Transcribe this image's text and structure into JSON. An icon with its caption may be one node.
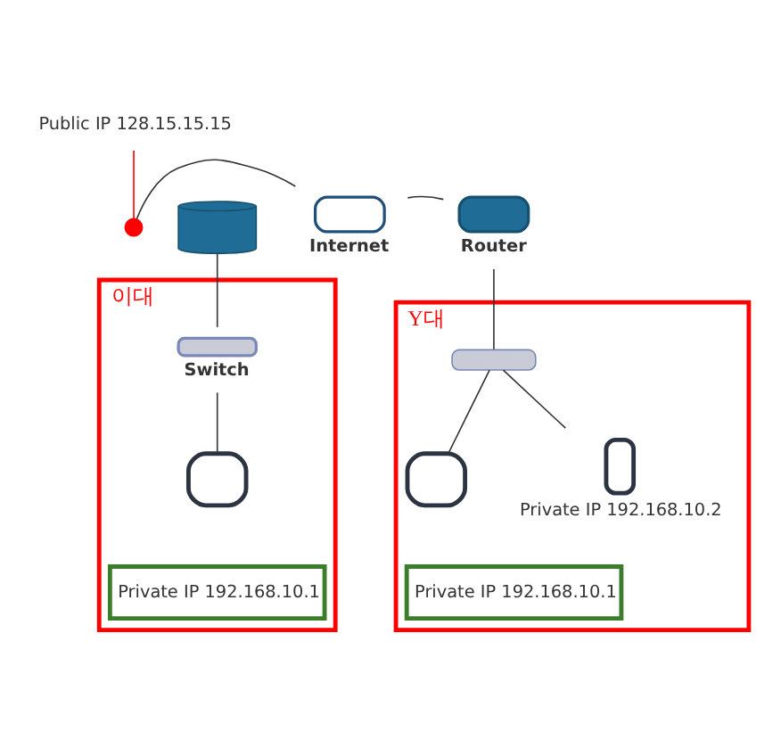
{
  "diagram": {
    "nodes": [
      {
        "text": [
          "Public IP 128.15.15.15"
        ]
      },
      {
        "text": [],
        "shape": "circle"
      },
      {
        "text": [],
        "shape": "cylinder"
      },
      {
        "text": [
          "Internet"
        ]
      },
      {
        "text": [
          "Router"
        ]
      },
      {
        "text": [
          "이대"
        ]
      },
      {
        "text": [
          "Switch"
        ],
        "in": 5
      },
      {
        "text": [],
        "shape": "computer",
        "in": 5
      },
      {
        "text": [
          "Private IP 192.168.10.1"
        ],
        "in": 5
      },
      {
        "text": [
          "Y대"
        ]
      },
      {
        "text": [],
        "shape": "box",
        "in": 9
      },
      {
        "text": [],
        "shape": "computer",
        "in": 9
      },
      {
        "text": [],
        "shape": "phone",
        "in": 9,
        "beside": [
          "Private IP 192.168.10.2"
        ]
      },
      {
        "text": [
          "Private IP 192.168.10.1"
        ],
        "in": 9
      }
    ],
    "edges": [
      {
        "from": 0,
        "to": 1,
        "arrow": "none",
        "color": "#ff0000"
      },
      {
        "from": 1,
        "to": 3,
        "arrow": "none"
      },
      {
        "from": 3,
        "to": 4,
        "arrow": "none"
      },
      {
        "from": 2,
        "to": 6,
        "arrow": "none"
      },
      {
        "from": 6,
        "to": 7,
        "arrow": "none"
      },
      {
        "from": 4,
        "to": 10,
        "arrow": "none"
      },
      {
        "from": 10,
        "to": 11,
        "arrow": "none"
      },
      {
        "from": 10,
        "to": 12,
        "arrow": "none"
      }
    ]
  }
}
